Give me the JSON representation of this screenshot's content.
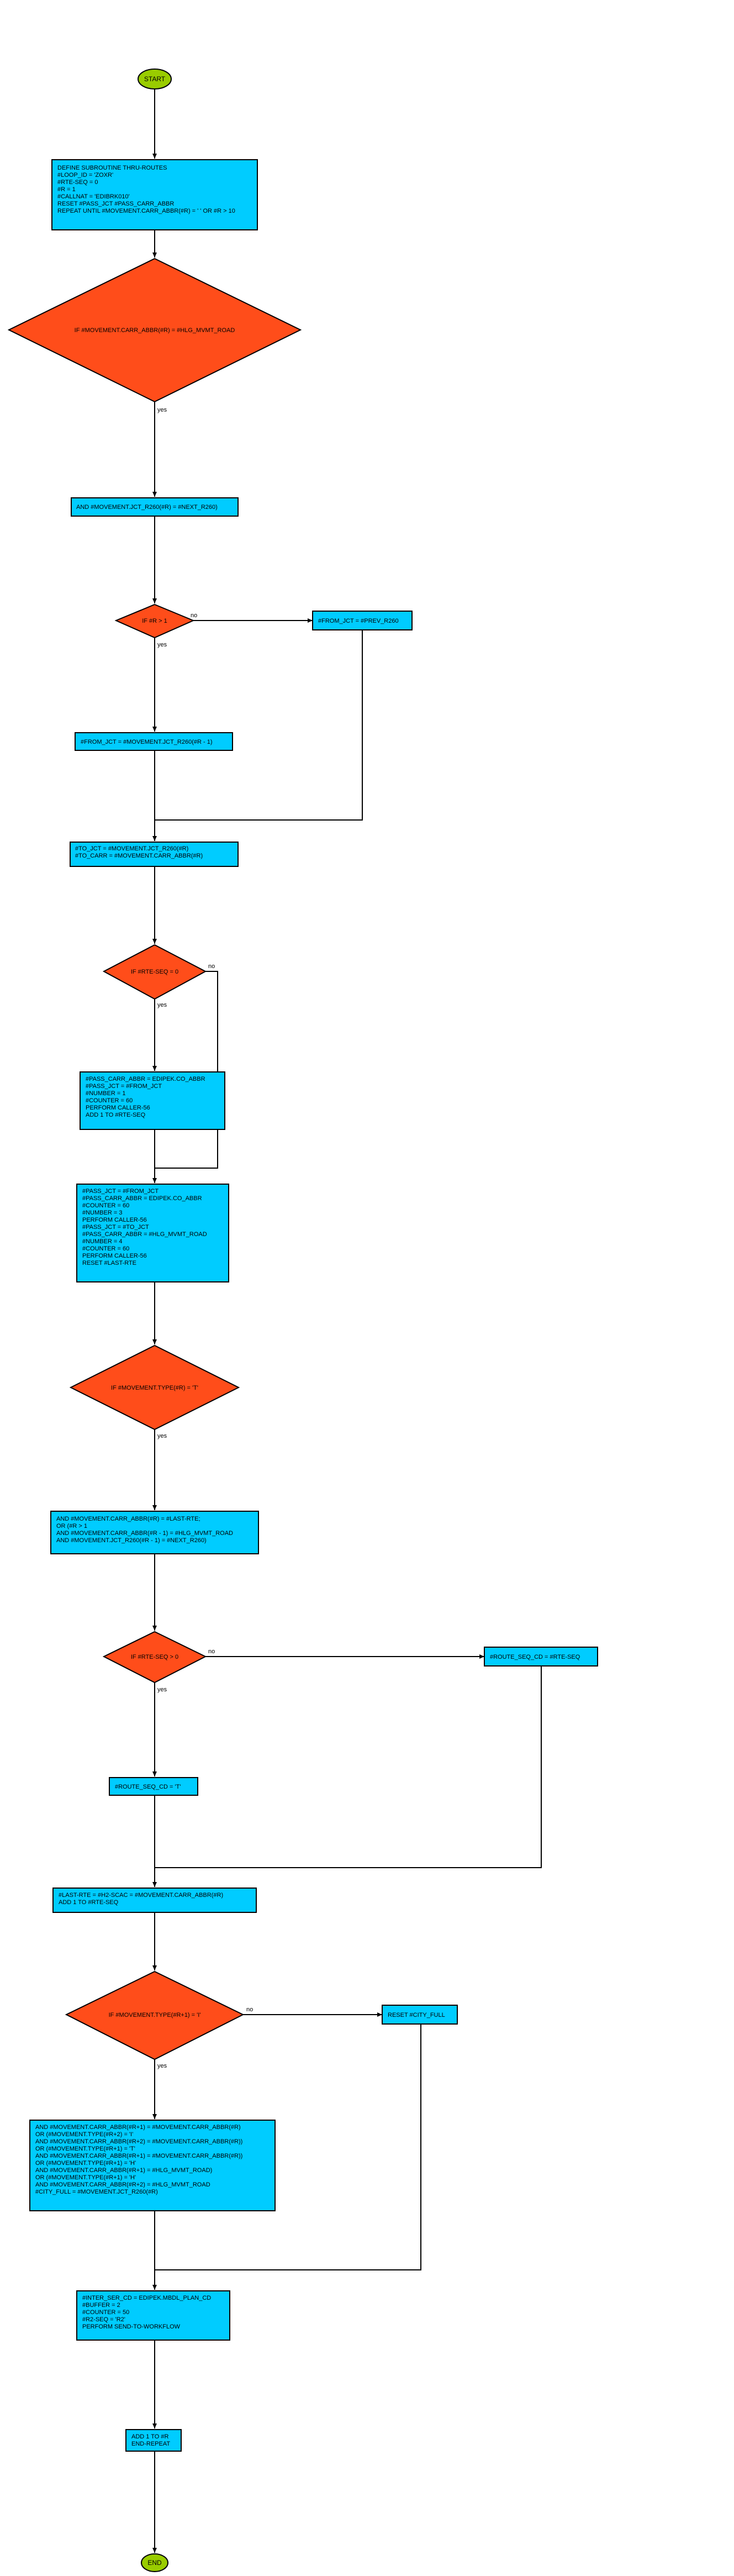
{
  "colors": {
    "terminal": "#99cc00",
    "process": "#00ccff",
    "decision": "#ff4d1a",
    "line": "#000000"
  },
  "start_label": "START",
  "end_label": "END",
  "edge_yes": "yes",
  "edge_no": "no",
  "blocks": {
    "define": [
      "DEFINE SUBROUTINE THRU-ROUTES",
      "#LOOP_ID  = 'ZOXR'",
      "#RTE-SEQ  = 0",
      "#R  = 1",
      "#CALLNAT  = 'EDIBRK010'",
      "RESET #PASS_JCT #PASS_CARR_ABBR",
      "REPEAT UNTIL #MOVEMENT.CARR_ABBR(#R) = ' ' OR #R > 10"
    ],
    "d1": "IF #MOVEMENT.CARR_ABBR(#R) = #HLG_MVMT_ROAD",
    "p_and1": [
      "AND #MOVEMENT.JCT_R260(#R) = #NEXT_R260)"
    ],
    "d2": "IF #R > 1",
    "p_prev": [
      "#FROM_JCT = #PREV_R260"
    ],
    "p_from": [
      "#FROM_JCT = #MOVEMENT.JCT_R260(#R - 1)"
    ],
    "p_to": [
      "#TO_JCT = #MOVEMENT.JCT_R260(#R)",
      "#TO_CARR = #MOVEMENT.CARR_ABBR(#R)"
    ],
    "d3": "IF #RTE-SEQ = 0",
    "p_pass1": [
      "#PASS_CARR_ABBR = EDIPEK.CO_ABBR",
      "#PASS_JCT = #FROM_JCT",
      "#NUMBER = 1",
      "#COUNTER = 60",
      "PERFORM CALLER-56",
      "ADD 1 TO #RTE-SEQ"
    ],
    "p_pass2": [
      "#PASS_JCT = #FROM_JCT",
      "#PASS_CARR_ABBR = EDIPEK.CO_ABBR",
      "#COUNTER = 60",
      "#NUMBER = 3",
      "PERFORM CALLER-56",
      "#PASS_JCT = #TO_JCT",
      "#PASS_CARR_ABBR = #HLG_MVMT_ROAD",
      "#NUMBER = 4",
      "#COUNTER = 60",
      "PERFORM CALLER-56",
      "RESET #LAST-RTE"
    ],
    "d4": "IF #MOVEMENT.TYPE(#R) = 'T'",
    "p_and2": [
      "AND #MOVEMENT.CARR_ABBR(#R) = #LAST-RTE;",
      "OR (#R > 1",
      "AND #MOVEMENT.CARR_ABBR(#R - 1) = #HLG_MVMT_ROAD",
      "AND #MOVEMENT.JCT_R260(#R - 1) = #NEXT_R260)"
    ],
    "d5": "IF #RTE-SEQ > 0",
    "p_route_no": [
      "#ROUTE_SEQ_CD = #RTE-SEQ"
    ],
    "p_route_yes": [
      "#ROUTE_SEQ_CD = 'T'"
    ],
    "p_last": [
      "#LAST-RTE = #H2-SCAC = #MOVEMENT.CARR_ABBR(#R)",
      "ADD 1 TO #RTE-SEQ"
    ],
    "d6": "IF #MOVEMENT.TYPE(#R+1) = 'I'",
    "p_reset": [
      "RESET #CITY_FULL"
    ],
    "p_big": [
      "AND #MOVEMENT.CARR_ABBR(#R+1) = #MOVEMENT.CARR_ABBR(#R)",
      "OR (#MOVEMENT.TYPE(#R+2) = 'I'",
      "AND #MOVEMENT.CARR_ABBR(#R+2) = #MOVEMENT.CARR_ABBR(#R))",
      "OR (#MOVEMENT.TYPE(#R+1) = 'T'",
      "AND #MOVEMENT.CARR_ABBR(#R+1) = #MOVEMENT.CARR_ABBR(#R))",
      "OR (#MOVEMENT.TYPE(#R+1) = 'H'",
      "AND #MOVEMENT.CARR_ABBR(#R+1) = #HLG_MVMT_ROAD)",
      "OR (#MOVEMENT.TYPE(#R+1) = 'H'",
      "AND #MOVEMENT.CARR_ABBR(#R+2) = #HLG_MVMT_ROAD",
      "#CITY_FULL = #MOVEMENT.JCT_R260(#R)"
    ],
    "p_inter": [
      "#INTER_SER_CD = EDIPEK.MBDL_PLAN_CD",
      "#BUFFER = 2",
      "#COUNTER = 50",
      "#R2-SEQ = 'R2'",
      "PERFORM SEND-TO-WORKFLOW"
    ],
    "p_add": [
      "ADD 1 TO #R",
      "END-REPEAT"
    ]
  }
}
